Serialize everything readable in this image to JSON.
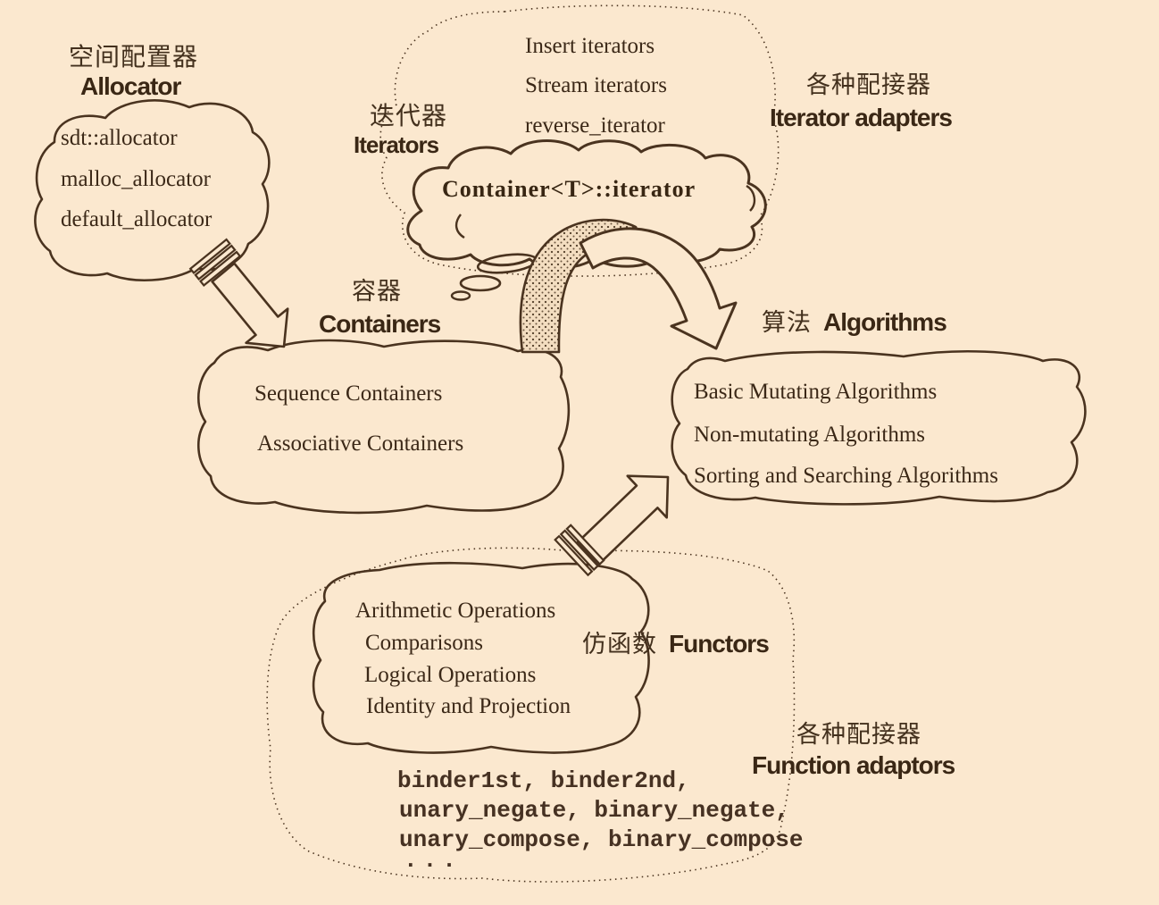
{
  "colors": {
    "background": "#fbe8cf",
    "ink": "#3b2817",
    "outline": "#4a331f"
  },
  "allocator": {
    "title_zh": "空间配置器",
    "title_en": "Allocator",
    "items": [
      "sdt::allocator",
      "malloc_allocator",
      "default_allocator"
    ]
  },
  "iterators": {
    "title_zh": "迭代器",
    "title_en": "Iterators",
    "items": [
      "Insert iterators",
      "Stream iterators",
      "reverse_iterator"
    ],
    "cloud_text": "Container<T>::iterator"
  },
  "iterator_adapters": {
    "title_zh": "各种配接器",
    "title_en": "Iterator adapters"
  },
  "containers": {
    "title_zh": "容器",
    "title_en": "Containers",
    "items": [
      "Sequence Containers",
      "Associative Containers"
    ]
  },
  "algorithms": {
    "title_zh": "算法",
    "title_en": "Algorithms",
    "items": [
      "Basic Mutating Algorithms",
      "Non-mutating Algorithms",
      "Sorting and Searching Algorithms"
    ]
  },
  "functors": {
    "title_zh": "仿函数",
    "title_en": "Functors",
    "items": [
      "Arithmetic Operations",
      "Comparisons",
      "Logical Operations",
      "Identity and Projection"
    ]
  },
  "function_adaptors": {
    "title_zh": "各种配接器",
    "title_en": "Function adaptors",
    "code_lines": [
      "binder1st, binder2nd,",
      "unary_negate, binary_negate,",
      "unary_compose, binary_compose",
      "..."
    ]
  }
}
